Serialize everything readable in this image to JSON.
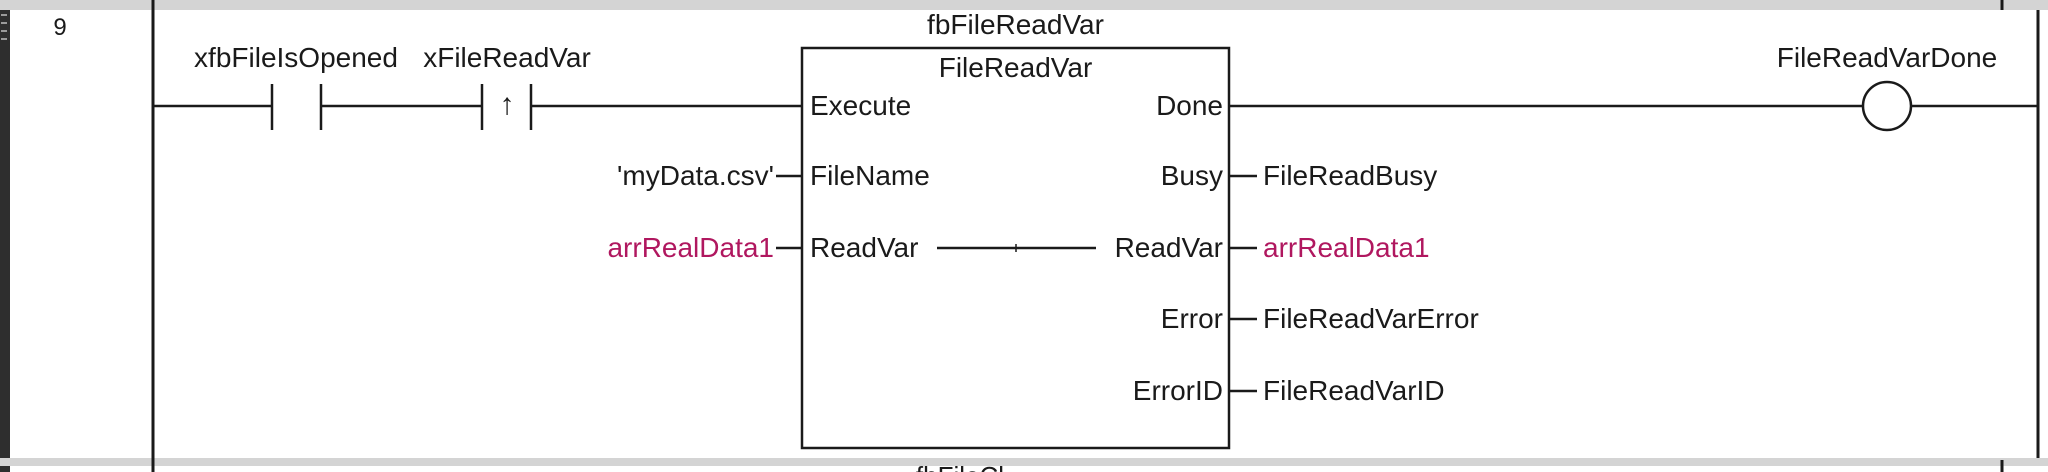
{
  "rung": {
    "number": "9",
    "contacts": [
      {
        "variable": "xfbFileIsOpened",
        "type": "normally-open"
      },
      {
        "variable": "xFileReadVar",
        "type": "rising-edge",
        "symbol": "↑"
      }
    ],
    "function_block": {
      "instance": "fbFileReadVar",
      "type": "FileReadVar",
      "inputs": [
        {
          "pin": "Execute",
          "connection": ""
        },
        {
          "pin": "FileName",
          "connection": "'myData.csv'"
        },
        {
          "pin": "ReadVar",
          "connection": "arrRealData1"
        }
      ],
      "outputs": [
        {
          "pin": "Done",
          "connection": ""
        },
        {
          "pin": "Busy",
          "connection": "FileReadBusy"
        },
        {
          "pin": "ReadVar",
          "connection": "arrRealData1"
        },
        {
          "pin": "Error",
          "connection": "FileReadVarError"
        },
        {
          "pin": "ErrorID",
          "connection": "FileReadVarID"
        }
      ]
    },
    "coil": {
      "variable": "FileReadVarDone"
    }
  },
  "next_rung": {
    "instance_partial": "fbFileCl"
  },
  "colors": {
    "background": "#ffffff",
    "wire": "#1a1a1a",
    "inout_variable": "#b0175f",
    "rung_separator": "#d4d4d4"
  }
}
